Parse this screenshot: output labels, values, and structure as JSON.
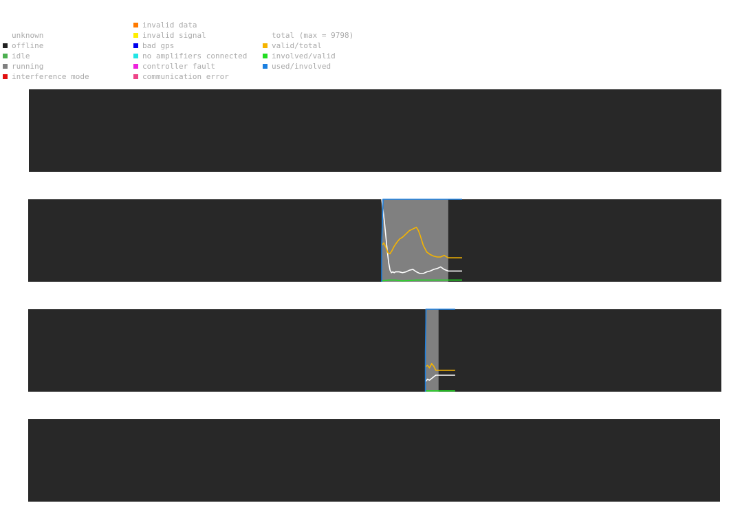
{
  "legend": {
    "status": [
      {
        "label": "unknown",
        "color": ""
      },
      {
        "label": "offline",
        "color": "#222222"
      },
      {
        "label": "idle",
        "color": "#4caf50"
      },
      {
        "label": "running",
        "color": "#808080"
      },
      {
        "label": "interference mode",
        "color": "#e11010"
      }
    ],
    "errors": [
      {
        "label": "invalid data",
        "color": "#ff7a00"
      },
      {
        "label": "invalid signal",
        "color": "#ffee00"
      },
      {
        "label": "bad gps",
        "color": "#0000ee"
      },
      {
        "label": "no amplifiers connected",
        "color": "#22e5e5"
      },
      {
        "label": "controller fault",
        "color": "#ee22dd"
      },
      {
        "label": "communication error",
        "color": "#ee4488"
      }
    ],
    "metrics": [
      {
        "label": "total (max = 9798)",
        "color": ""
      },
      {
        "label": "valid/total",
        "color": "#f5b400"
      },
      {
        "label": "involved/valid",
        "color": "#22dd22"
      },
      {
        "label": "used/involved",
        "color": "#1a7fe0"
      }
    ]
  },
  "chart_data": [
    {
      "type": "line",
      "series": []
    },
    {
      "type": "line",
      "running_span": [
        0.51,
        0.606
      ],
      "series": [
        {
          "name": "total",
          "color": "#ffffff",
          "x": [
            0.51,
            0.512,
            0.514,
            0.516,
            0.518,
            0.52,
            0.522,
            0.524,
            0.526,
            0.528,
            0.53,
            0.535,
            0.54,
            0.545,
            0.55,
            0.555,
            0.56,
            0.565,
            0.57,
            0.575,
            0.58,
            0.585,
            0.59,
            0.595,
            0.6,
            0.606,
            0.626
          ],
          "y": [
            1.0,
            0.86,
            0.72,
            0.55,
            0.38,
            0.23,
            0.14,
            0.11,
            0.12,
            0.11,
            0.12,
            0.12,
            0.11,
            0.12,
            0.14,
            0.15,
            0.12,
            0.1,
            0.1,
            0.12,
            0.13,
            0.15,
            0.16,
            0.18,
            0.15,
            0.13,
            0.13
          ]
        },
        {
          "name": "valid/total",
          "color": "#f5b400",
          "x": [
            0.51,
            0.513,
            0.516,
            0.519,
            0.522,
            0.525,
            0.528,
            0.532,
            0.536,
            0.54,
            0.545,
            0.55,
            0.555,
            0.56,
            0.563,
            0.566,
            0.57,
            0.575,
            0.58,
            0.585,
            0.59,
            0.595,
            0.6,
            0.606,
            0.626
          ],
          "y": [
            0.44,
            0.47,
            0.42,
            0.35,
            0.34,
            0.38,
            0.43,
            0.48,
            0.52,
            0.54,
            0.58,
            0.62,
            0.64,
            0.66,
            0.62,
            0.55,
            0.44,
            0.36,
            0.33,
            0.31,
            0.3,
            0.3,
            0.32,
            0.29,
            0.29
          ]
        },
        {
          "name": "involved/valid",
          "color": "#22dd22",
          "x": [
            0.51,
            0.52,
            0.53,
            0.54,
            0.56,
            0.58,
            0.6,
            0.626
          ],
          "y": [
            0.01,
            0.02,
            0.02,
            0.01,
            0.02,
            0.02,
            0.02,
            0.02
          ]
        },
        {
          "name": "used/involved",
          "color": "#1a7fe0",
          "x": [
            0.51,
            0.51,
            0.512,
            0.626
          ],
          "y": [
            0.0,
            0.48,
            1.0,
            1.0
          ]
        }
      ]
    },
    {
      "type": "line",
      "running_span": [
        0.573,
        0.592
      ],
      "series": [
        {
          "name": "total",
          "color": "#ffffff",
          "x": [
            0.573,
            0.576,
            0.579,
            0.582,
            0.585,
            0.588,
            0.592,
            0.616
          ],
          "y": [
            0.12,
            0.15,
            0.14,
            0.16,
            0.18,
            0.2,
            0.2,
            0.2
          ]
        },
        {
          "name": "valid/total",
          "color": "#f5b400",
          "x": [
            0.573,
            0.576,
            0.579,
            0.582,
            0.585,
            0.588,
            0.592,
            0.616
          ],
          "y": [
            0.3,
            0.32,
            0.29,
            0.34,
            0.31,
            0.26,
            0.26,
            0.26
          ]
        },
        {
          "name": "involved/valid",
          "color": "#22dd22",
          "x": [
            0.573,
            0.585,
            0.6,
            0.616
          ],
          "y": [
            0.01,
            0.01,
            0.01,
            0.01
          ]
        },
        {
          "name": "used/involved",
          "color": "#1a7fe0",
          "x": [
            0.573,
            0.573,
            0.574,
            0.616
          ],
          "y": [
            0.0,
            0.48,
            1.0,
            1.0
          ]
        }
      ]
    },
    {
      "type": "line",
      "series": []
    }
  ]
}
